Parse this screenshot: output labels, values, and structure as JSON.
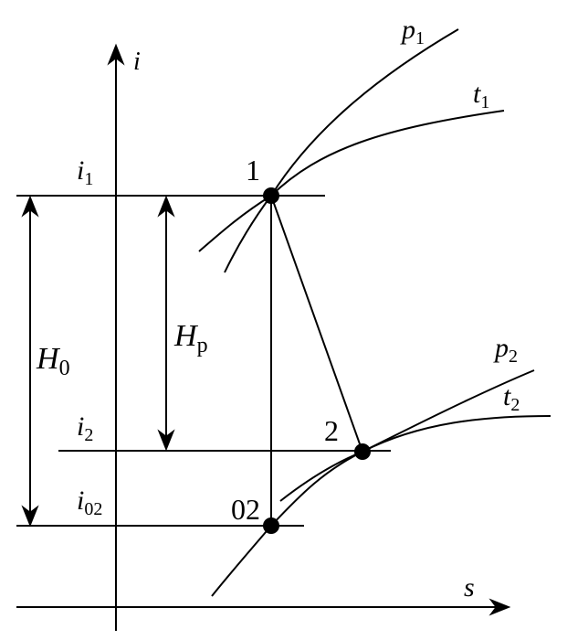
{
  "diagram": {
    "axis_y": {
      "letter": "i"
    },
    "axis_x": {
      "letter": "s"
    },
    "curves": {
      "p1": {
        "letter": "p",
        "sub": "1"
      },
      "t1": {
        "letter": "t",
        "sub": "1"
      },
      "p2": {
        "letter": "p",
        "sub": "2"
      },
      "t2": {
        "letter": "t",
        "sub": "2"
      }
    },
    "levels": {
      "i1": {
        "letter": "i",
        "sub": "1"
      },
      "i2": {
        "letter": "i",
        "sub": "2"
      },
      "i02": {
        "letter": "i",
        "sub": "02"
      }
    },
    "intervals": {
      "H0": {
        "letter": "H",
        "sub": "0"
      },
      "Hp": {
        "letter": "H",
        "sub": "p"
      }
    },
    "points": {
      "p1_label": "1",
      "p2_label": "2",
      "p02_label": "02"
    },
    "colors": {
      "ink": "#000000",
      "background": "#ffffff"
    }
  }
}
